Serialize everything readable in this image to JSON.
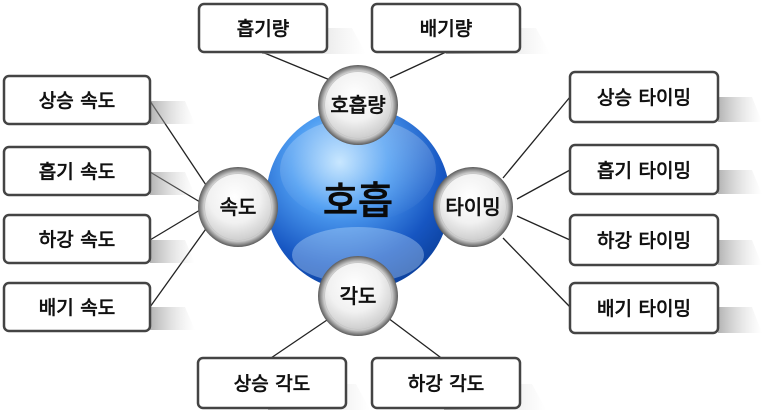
{
  "center": {
    "label": "호흡"
  },
  "nodes": {
    "top": {
      "label": "호흡량"
    },
    "left": {
      "label": "속도"
    },
    "right": {
      "label": "타이밍"
    },
    "bottom": {
      "label": "각도"
    }
  },
  "boxes": {
    "top": [
      "흡기량",
      "배기량"
    ],
    "left": [
      "상승 속도",
      "흡기 속도",
      "하강 속도",
      "배기 속도"
    ],
    "right": [
      "상승 타이밍",
      "흡기 타이밍",
      "하강 타이밍",
      "배기 타이밍"
    ],
    "bottom": [
      "상승 각도",
      "하강 각도"
    ]
  },
  "colors": {
    "center_dark": "#0b3f9a",
    "center_light": "#7fc2ff",
    "box_border": "#444444",
    "line": "#222222"
  }
}
